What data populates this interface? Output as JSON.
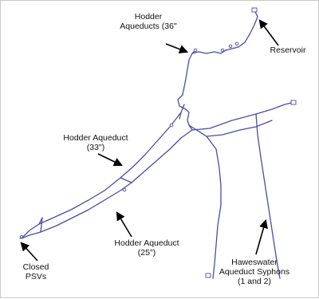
{
  "labels": {
    "hodder_aqueducts_36": {
      "line1": "Hodder",
      "line2": "Aqueducts (36\""
    },
    "reservoir": {
      "line1": "Reservoir"
    },
    "hodder_aqueduct_33": {
      "line1": "Hodder Aqueduct",
      "line2": "(33\")"
    },
    "hodder_aqueduct_25": {
      "line1": "Hodder Aqueduct",
      "line2": "(25\")"
    },
    "closed_psvs": {
      "line1": "Closed",
      "line2": "PSVs"
    },
    "haweswater_syphons": {
      "line1": "Haweswater",
      "line2": "Aqueduct Syphons",
      "line3": "(1 and 2)"
    }
  },
  "colors": {
    "pipeline": "#4c4ca0",
    "arrow": "#000000",
    "label_text": "#111111",
    "background": "#ffffff"
  }
}
